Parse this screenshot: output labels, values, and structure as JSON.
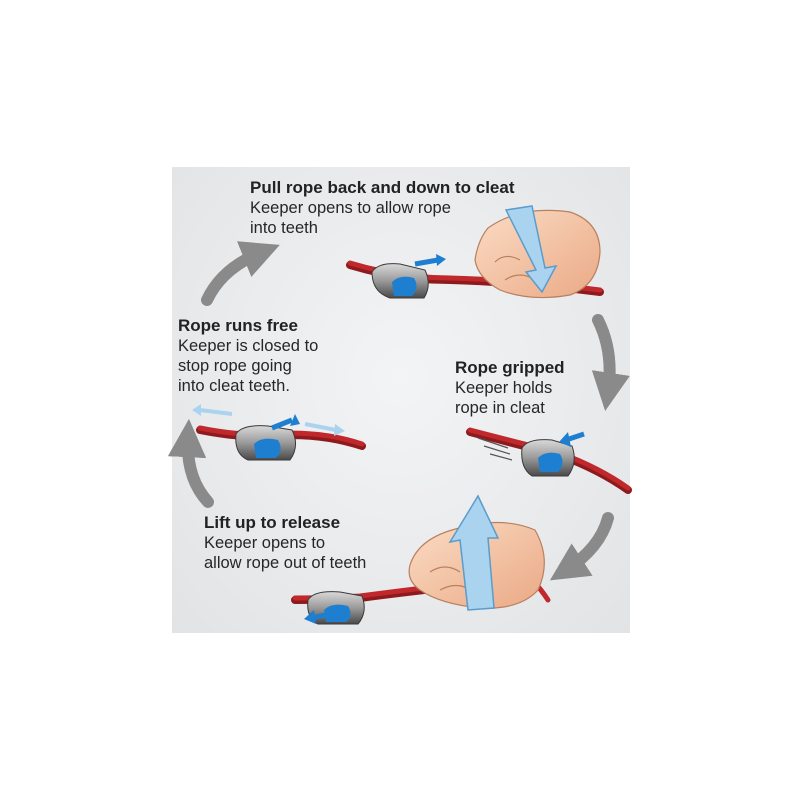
{
  "steps": {
    "pull": {
      "title": "Pull rope back and down to cleat",
      "desc_lines": [
        "Keeper opens to allow rope",
        "into teeth"
      ]
    },
    "runs_free": {
      "title": "Rope runs free",
      "desc_lines": [
        "Keeper is closed to",
        "stop rope going",
        "into cleat teeth."
      ]
    },
    "gripped": {
      "title": "Rope gripped",
      "desc_lines": [
        "Keeper holds",
        "rope in cleat"
      ]
    },
    "release": {
      "title": "Lift up to release",
      "desc_lines": [
        "Keeper opens to",
        "allow rope out of teeth"
      ]
    }
  },
  "icons": {
    "cycle_arrow": "curved-grey-arrow-icon",
    "motion_arrow": "light-blue-arrow-icon",
    "keeper_arrow": "blue-arrow-icon",
    "cleat": "rope-cleat-icon",
    "hand": "hand-icon"
  },
  "colors": {
    "rope": "#c0282b",
    "keeper": "#1e7fd0",
    "motion_arrow": "#a9d3ef",
    "cycle_arrow": "#8a8a8a",
    "skin": "#f5c7a4",
    "background": "#eaebed"
  }
}
